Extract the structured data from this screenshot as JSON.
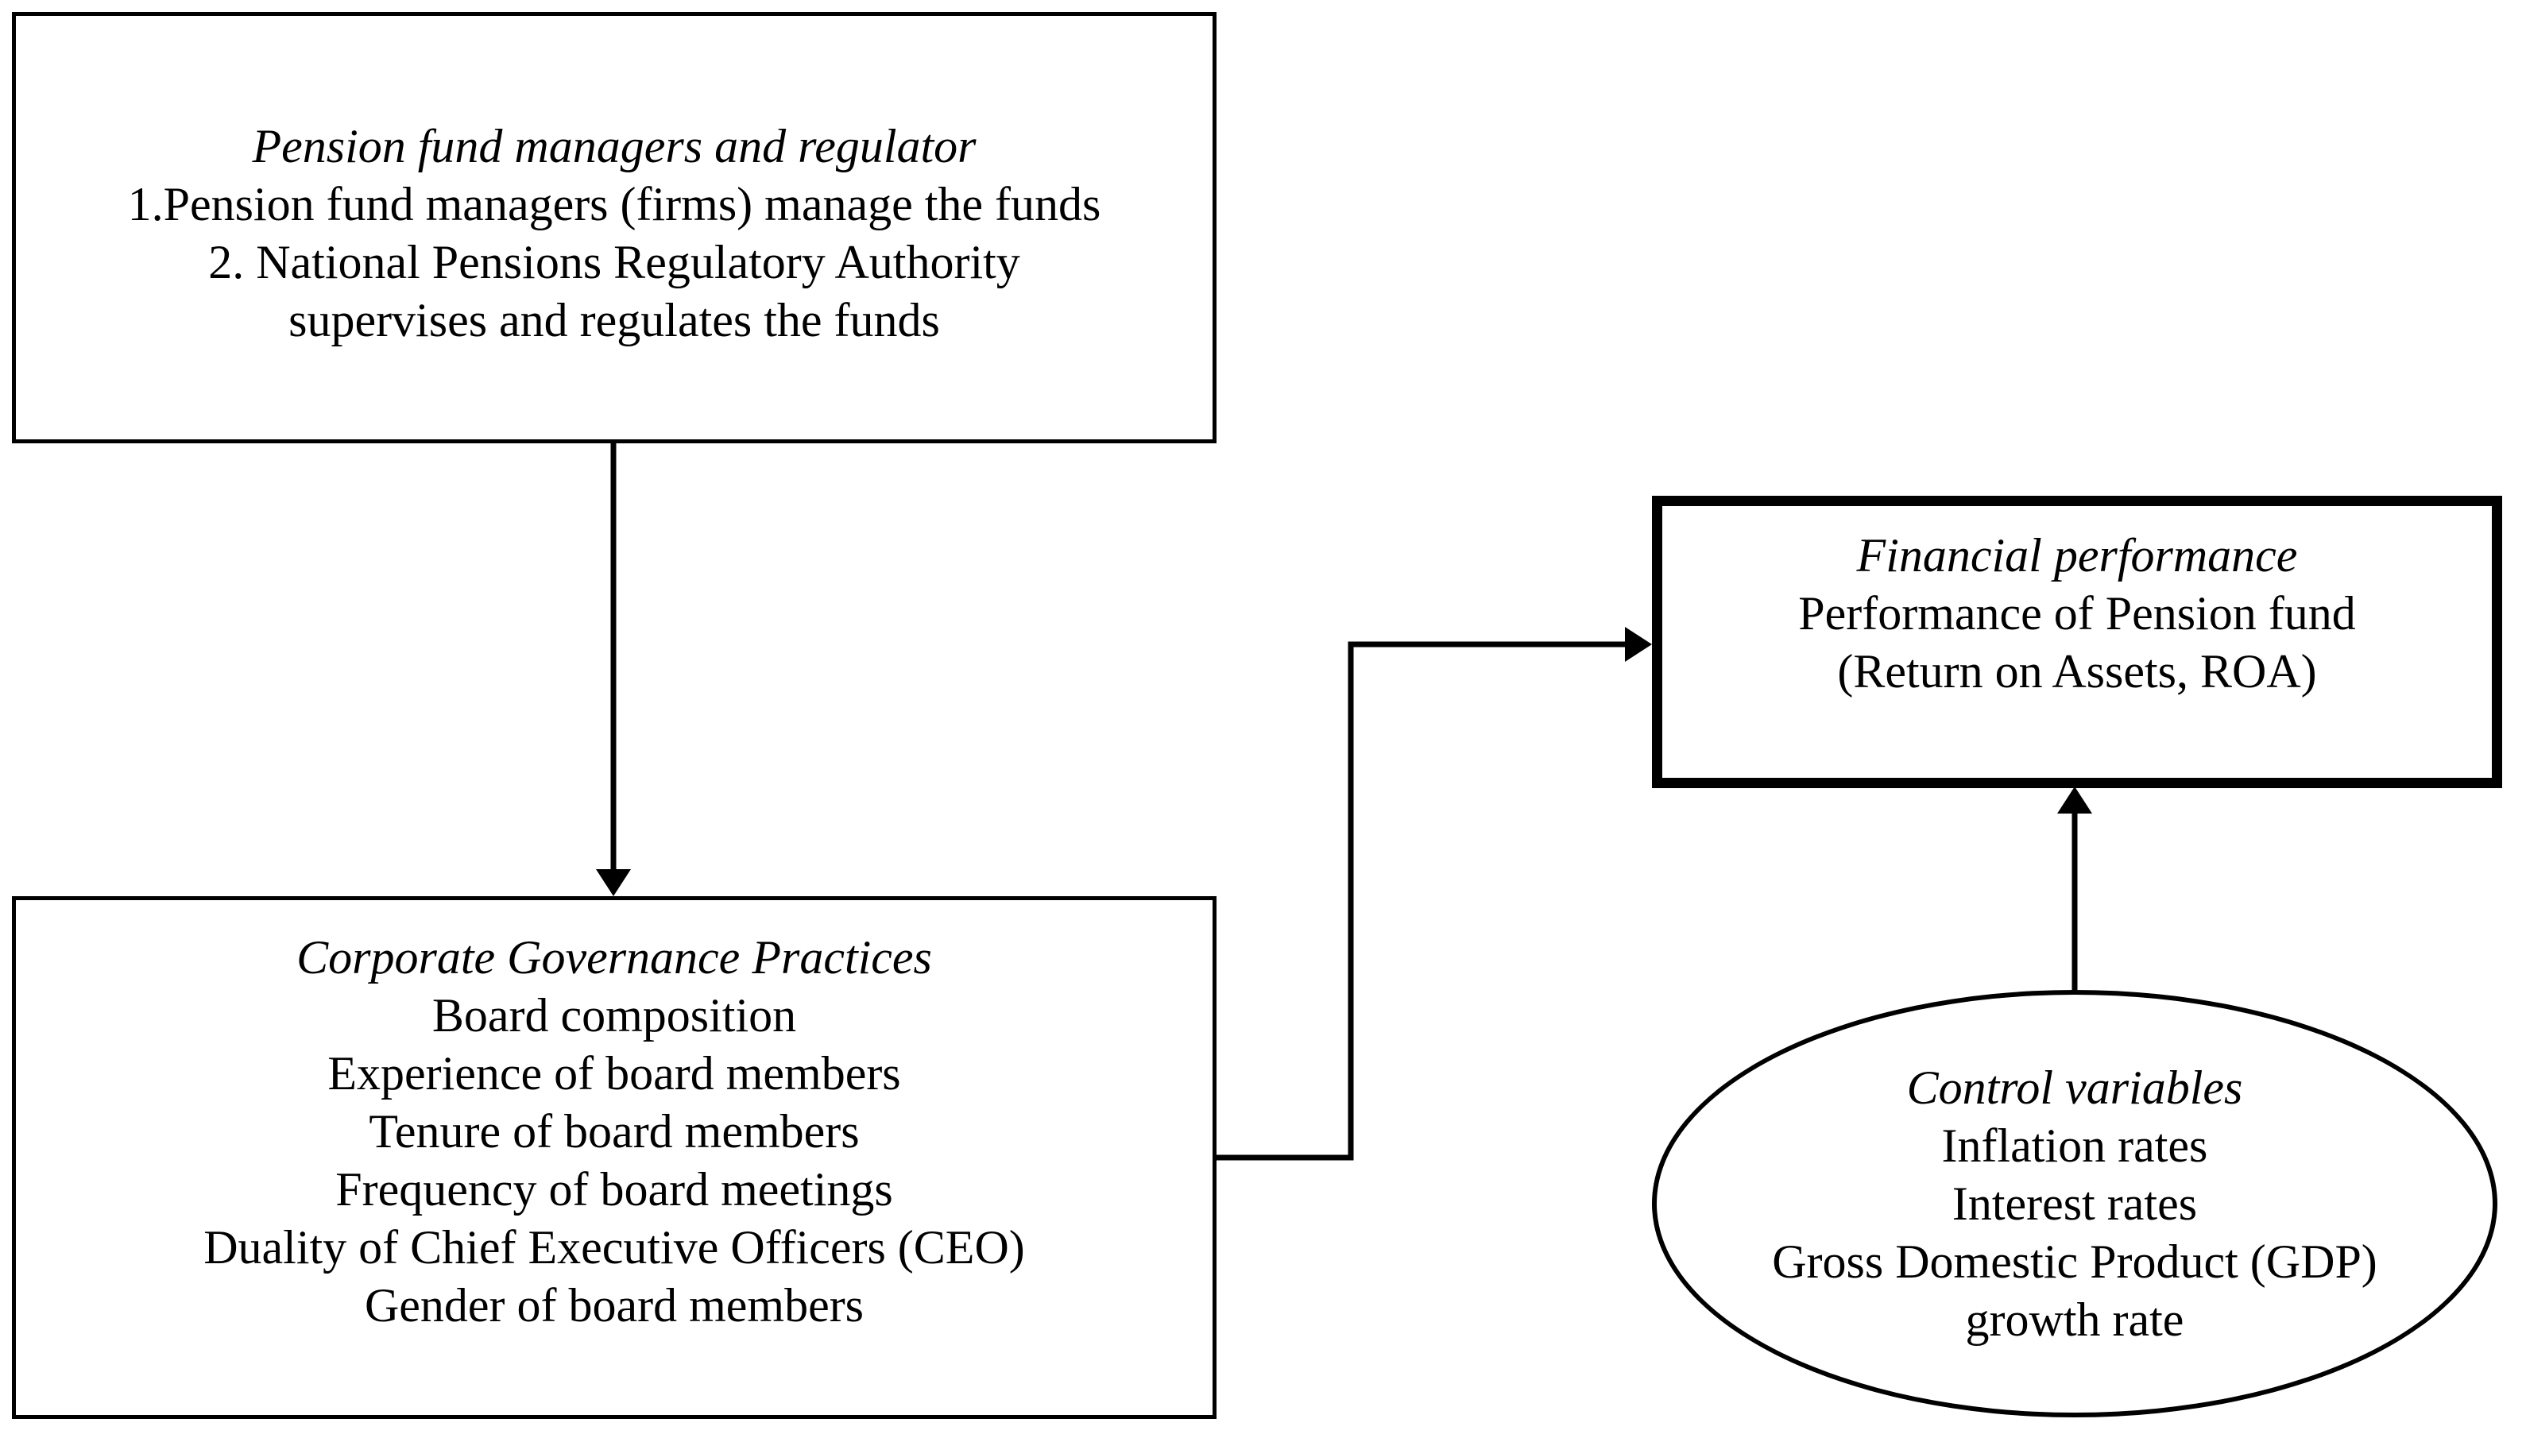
{
  "page": {
    "background_color": "#ffffff",
    "ink_color": "#000000"
  },
  "boxes": {
    "pension_managers": {
      "title": "Pension fund managers and regulator",
      "lines": [
        "1.Pension fund managers (firms) manage the funds",
        "2. National Pensions Regulatory Authority",
        "supervises and regulates the funds"
      ]
    },
    "governance": {
      "title": "Corporate Governance Practices",
      "lines": [
        "Board composition",
        "Experience of board members",
        "Tenure of board members",
        "Frequency of board meetings",
        "Duality of Chief Executive Officers (CEO)",
        "Gender of board members"
      ]
    },
    "financial_performance": {
      "title": "Financial performance",
      "lines": [
        "Performance of Pension fund",
        "(Return on Assets, ROA)"
      ]
    },
    "control_variables": {
      "title": "Control variables",
      "lines": [
        "Inflation rates",
        "Interest rates",
        "Gross Domestic Product (GDP)",
        "growth rate"
      ]
    }
  },
  "arrows": [
    {
      "name": "managers-to-governance",
      "from": "pension_managers",
      "to": "governance"
    },
    {
      "name": "governance-to-performance",
      "from": "governance",
      "to": "financial_performance"
    },
    {
      "name": "controls-to-performance",
      "from": "control_variables",
      "to": "financial_performance"
    }
  ]
}
